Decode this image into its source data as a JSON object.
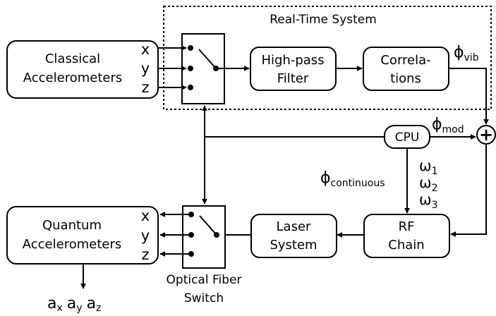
{
  "diagram": {
    "region_title": "Real-Time System",
    "classical": {
      "line1": "Classical",
      "line2": "Accelerometers"
    },
    "quantum": {
      "line1": "Quantum",
      "line2": "Accelerometers"
    },
    "axes": [
      "x",
      "y",
      "z"
    ],
    "highpass": {
      "line1": "High-pass",
      "line2": "Filter"
    },
    "correlations": {
      "line1": "Correla-",
      "line2": "tions"
    },
    "cpu": "CPU",
    "laser": {
      "line1": "Laser",
      "line2": "System"
    },
    "rf": {
      "line1": "RF",
      "line2": "Chain"
    },
    "switch_label": {
      "line1": "Optical Fiber",
      "line2": "Switch"
    },
    "phi": "ϕ",
    "phi_vib_sub": "vib",
    "phi_mod_sub": "mod",
    "phi_cont_sub": "continuous",
    "omega": "ω",
    "omega_subs": [
      "1",
      "2",
      "3"
    ],
    "plus": "+",
    "outputs": {
      "a": "a",
      "subs": [
        "x",
        "y",
        "z"
      ]
    }
  }
}
